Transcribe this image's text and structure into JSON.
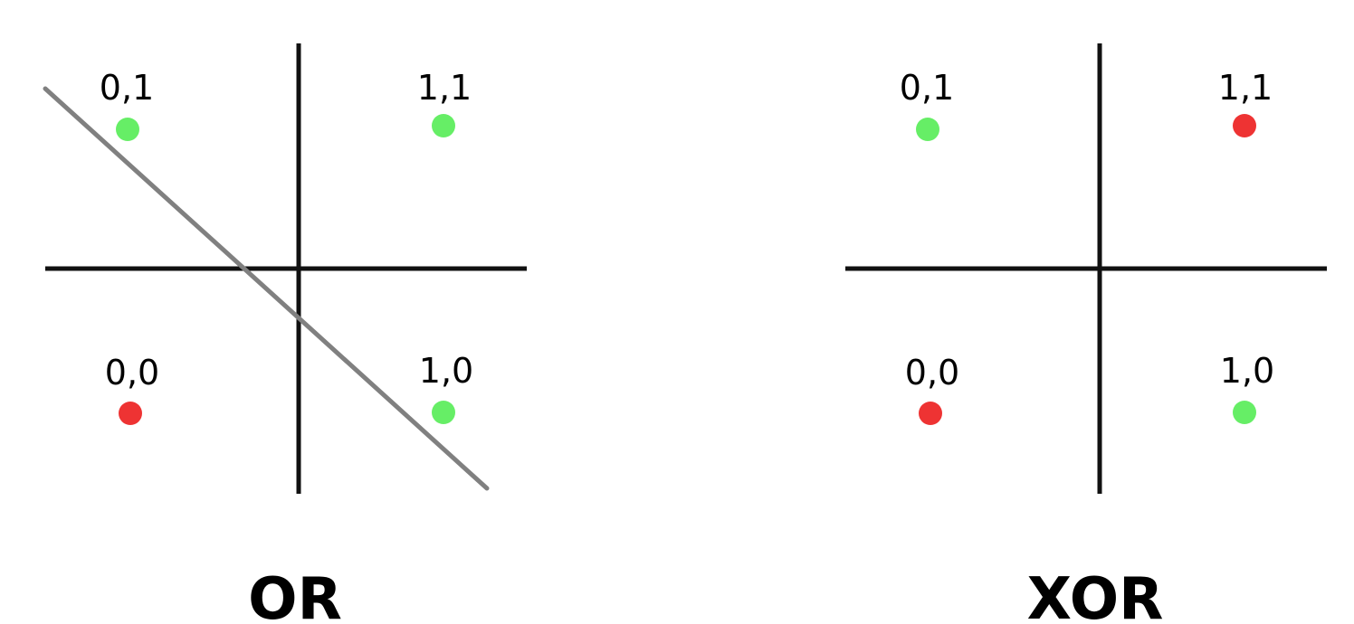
{
  "colors": {
    "axis": "#111111",
    "separator": "#808080",
    "true_point": "#66ee66",
    "false_point": "#ee3333"
  },
  "panels": [
    {
      "title": "OR",
      "points": [
        {
          "label": "0,1",
          "x": 0,
          "y": 1,
          "output": 1
        },
        {
          "label": "1,1",
          "x": 1,
          "y": 1,
          "output": 1
        },
        {
          "label": "0,0",
          "x": 0,
          "y": 0,
          "output": 0
        },
        {
          "label": "1,0",
          "x": 1,
          "y": 0,
          "output": 1
        }
      ],
      "has_separator_line": true
    },
    {
      "title": "XOR",
      "points": [
        {
          "label": "0,1",
          "x": 0,
          "y": 1,
          "output": 1
        },
        {
          "label": "1,1",
          "x": 1,
          "y": 1,
          "output": 0
        },
        {
          "label": "0,0",
          "x": 0,
          "y": 0,
          "output": 0
        },
        {
          "label": "1,0",
          "x": 1,
          "y": 0,
          "output": 1
        }
      ],
      "has_separator_line": false
    }
  ]
}
